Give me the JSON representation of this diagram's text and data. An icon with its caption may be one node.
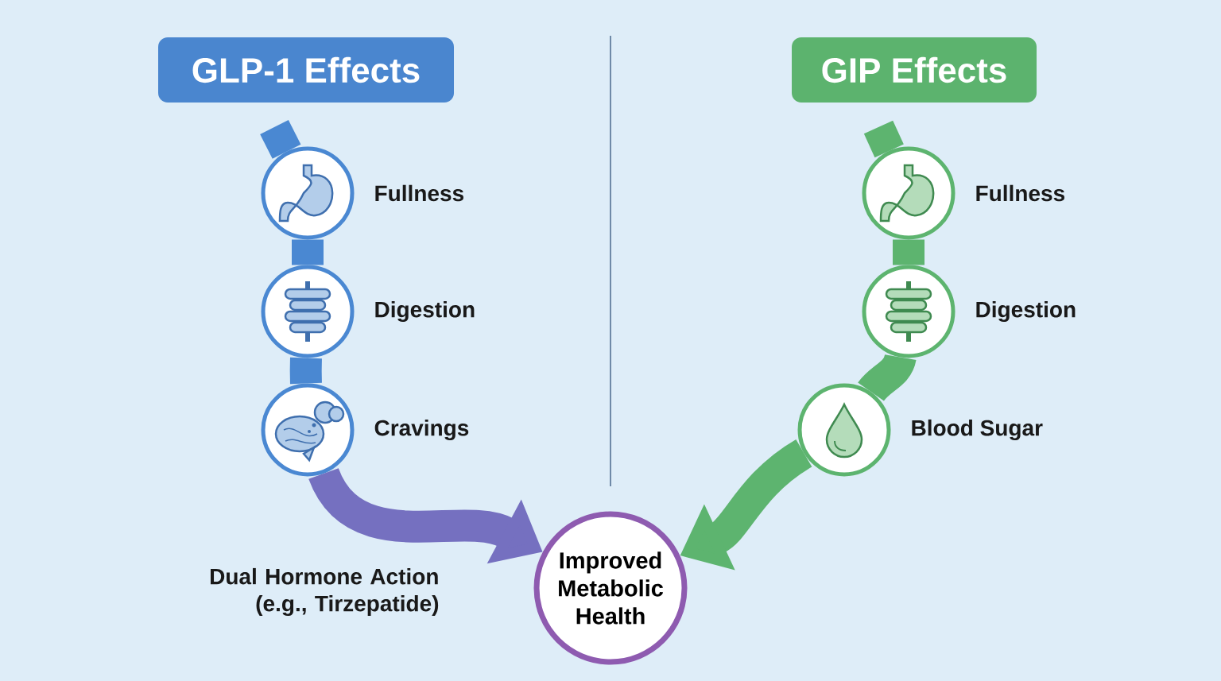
{
  "diagram": {
    "nodes": [
      {
        "text": [
          "GLP-1 Effects"
        ]
      },
      {
        "text": [
          "GIP Effects"
        ]
      },
      {
        "text": [],
        "shape": "circle",
        "beside": [
          "Fullness"
        ]
      },
      {
        "text": [],
        "shape": "circle",
        "beside": [
          "Digestion"
        ]
      },
      {
        "text": [],
        "shape": "circle",
        "beside": [
          "Cravings"
        ]
      },
      {
        "text": [],
        "shape": "circle",
        "beside": [
          "Fullness"
        ]
      },
      {
        "text": [],
        "shape": "circle",
        "beside": [
          "Digestion"
        ]
      },
      {
        "text": [],
        "shape": "circle",
        "beside": [
          "Blood Sugar"
        ]
      },
      {
        "text": [
          "Improved Metabolic Health"
        ]
      }
    ],
    "edges": [
      {
        "from": null,
        "to": 2,
        "arrow": "none",
        "color": "#4a88d2"
      },
      {
        "from": 2,
        "to": 3,
        "arrow": "none",
        "color": "#4a88d2"
      },
      {
        "from": 3,
        "to": 4,
        "arrow": "none",
        "color": "#4a88d2"
      },
      {
        "from": 4,
        "to": 8,
        "arrow": "to",
        "color": "#7570c0"
      },
      {
        "from": null,
        "to": 5,
        "arrow": "none",
        "color": "#5db46f"
      },
      {
        "from": 5,
        "to": 6,
        "arrow": "none",
        "color": "#5db46f"
      },
      {
        "from": 6,
        "to": 7,
        "arrow": "none",
        "color": "#5db46f"
      },
      {
        "from": 7,
        "to": 8,
        "arrow": "to",
        "color": "#5db46f"
      }
    ],
    "labels": [
      "Dual Hormone Action (e.g., Tirzepatide)"
    ]
  }
}
